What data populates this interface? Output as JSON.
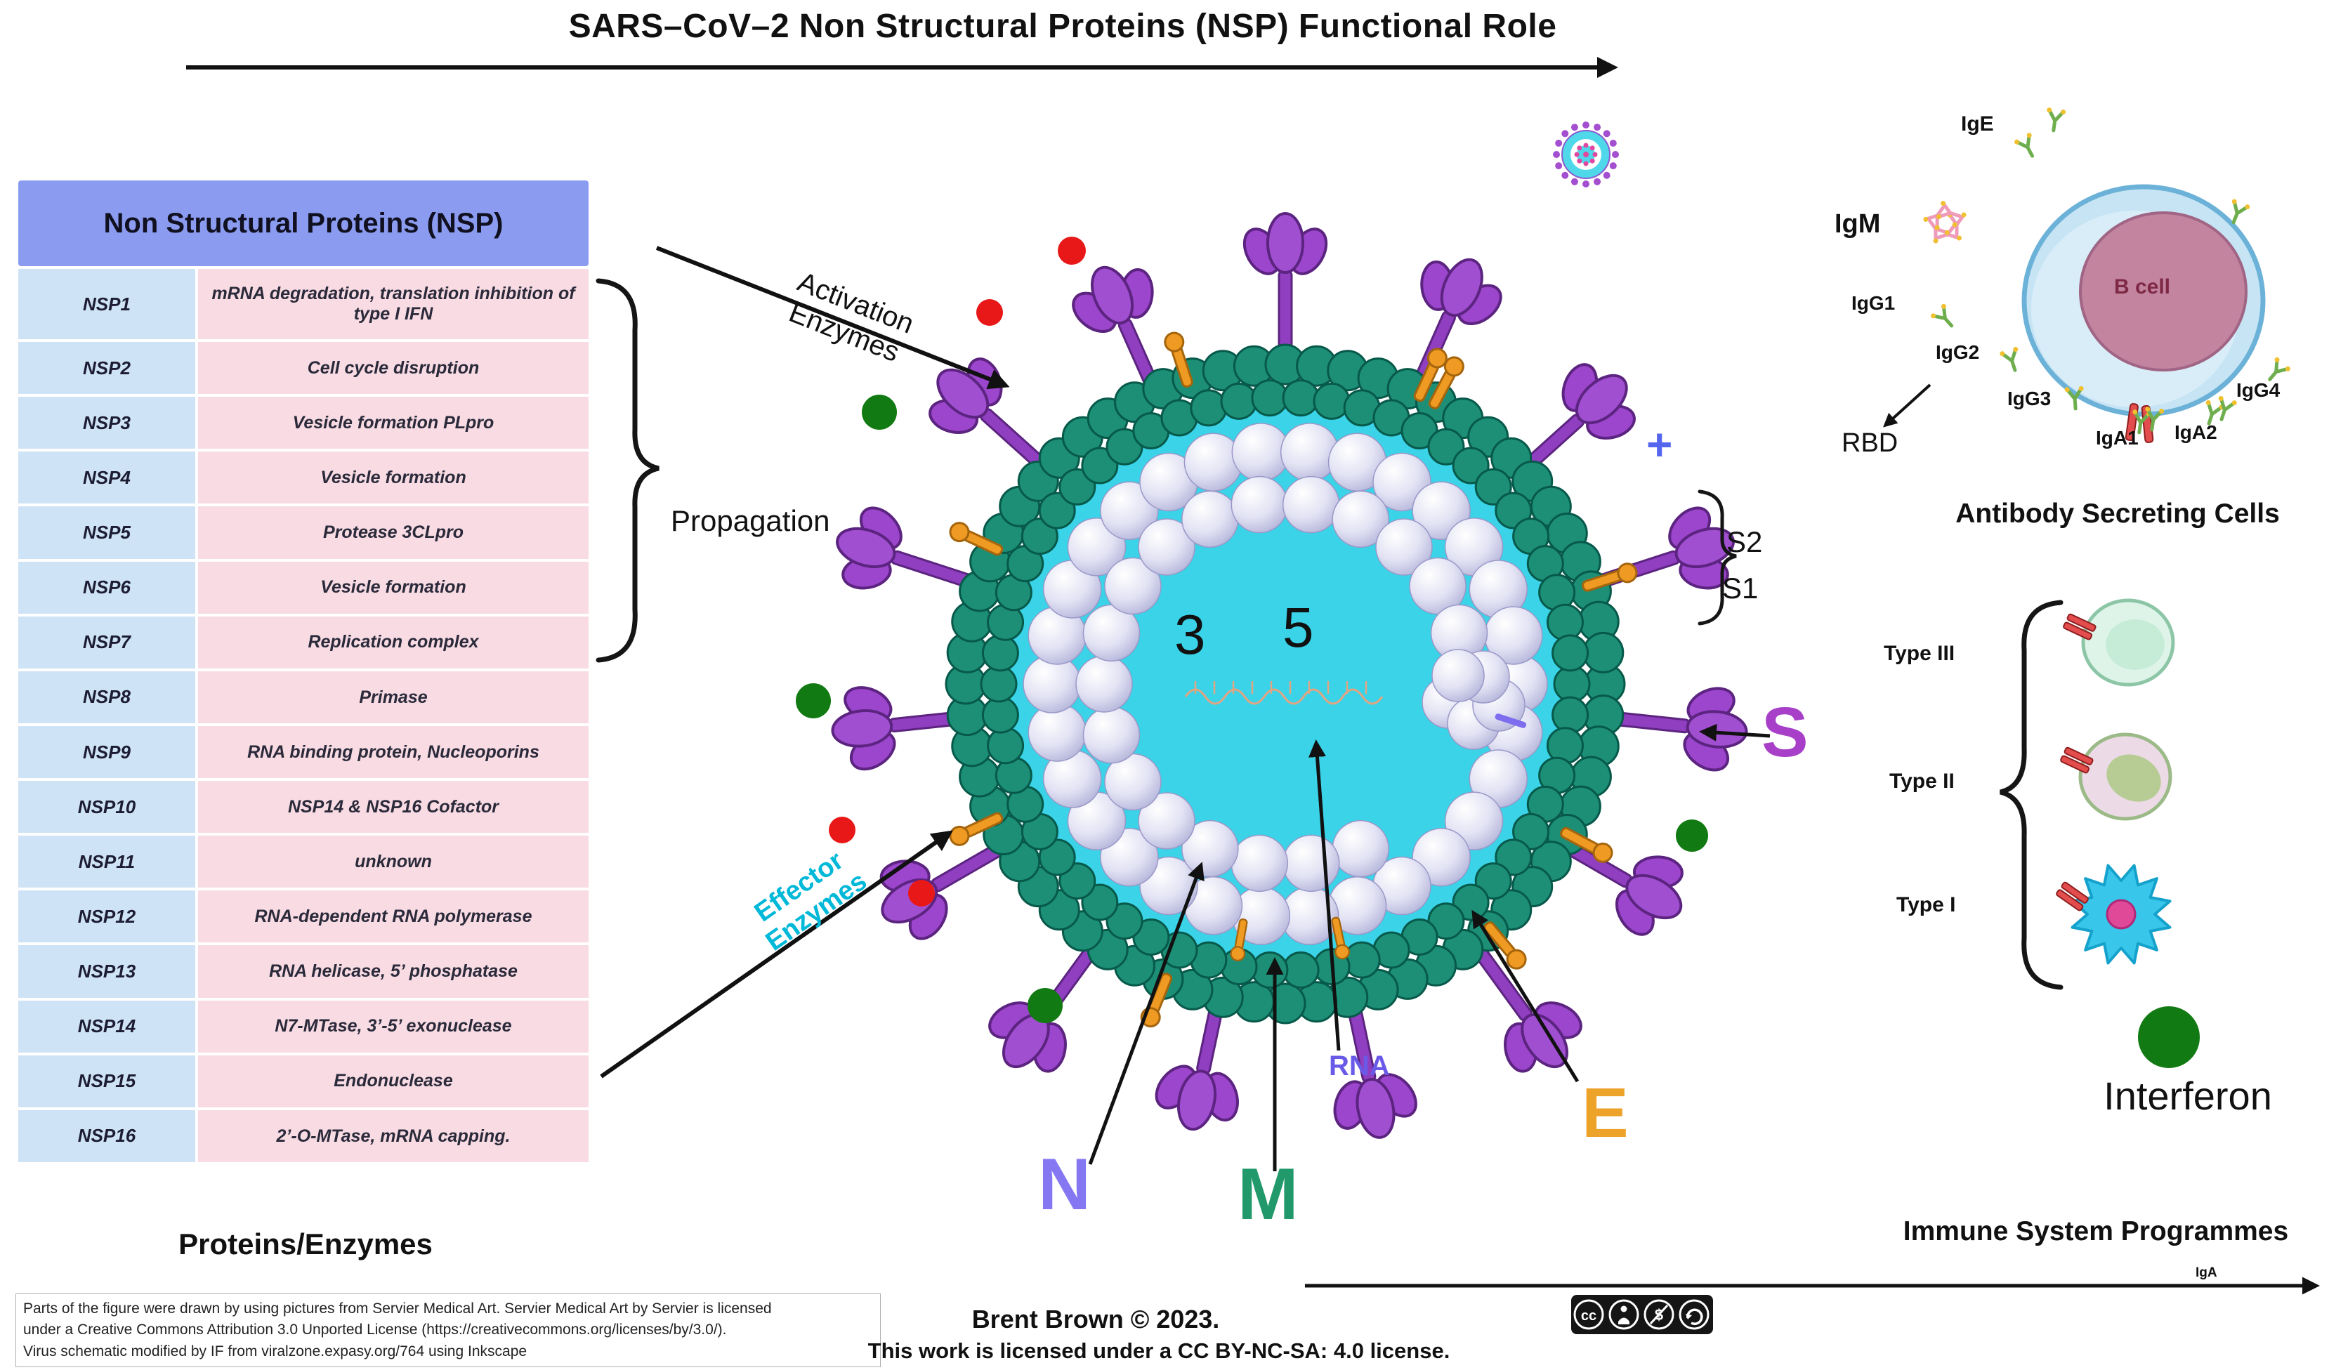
{
  "title": "SARS–CoV–2 Non Structural Proteins (NSP) Functional Role",
  "nsp_table": {
    "header": "Non Structural Proteins (NSP)",
    "rows": [
      {
        "name": "NSP1",
        "function": "mRNA degradation, translation inhibition of type I IFN"
      },
      {
        "name": "NSP2",
        "function": "Cell cycle disruption"
      },
      {
        "name": "NSP3",
        "function": "Vesicle formation PLpro"
      },
      {
        "name": "NSP4",
        "function": "Vesicle formation"
      },
      {
        "name": "NSP5",
        "function": "Protease 3CLpro"
      },
      {
        "name": "NSP6",
        "function": "Vesicle formation"
      },
      {
        "name": "NSP7",
        "function": "Replication complex"
      },
      {
        "name": "NSP8",
        "function": "Primase"
      },
      {
        "name": "NSP9",
        "function": "RNA binding protein, Nucleoporins"
      },
      {
        "name": "NSP10",
        "function": "NSP14 & NSP16 Cofactor"
      },
      {
        "name": "NSP11",
        "function": "unknown"
      },
      {
        "name": "NSP12",
        "function": "RNA-dependent RNA polymerase"
      },
      {
        "name": "NSP13",
        "function": "RNA helicase, 5’ phosphatase"
      },
      {
        "name": "NSP14",
        "function": "N7-MTase, 3’-5’ exonuclease"
      },
      {
        "name": "NSP15",
        "function": "Endonuclease"
      },
      {
        "name": "NSP16",
        "function": "2’-O-MTase, mRNA capping."
      }
    ],
    "footer_label": "Proteins/Enzymes"
  },
  "annotations": {
    "activation": "Activation\nEnzymes",
    "propagation": "Propagation",
    "effector": "Effector\nEnzymes"
  },
  "virus": {
    "end3": "3",
    "end5": "5",
    "rna_label": "RNA",
    "plus": "+",
    "s2": "S2",
    "s1": "S1",
    "s_label": "S",
    "n_label": "N",
    "m_label": "M",
    "e_label": "E"
  },
  "immune": {
    "b_cell_label": "B cell",
    "antibody_labels": {
      "ige": "IgE",
      "igm": "IgM",
      "igg1": "IgG1",
      "igg2": "IgG2",
      "igg3": "IgG3",
      "iga1": "IgA1",
      "iga2": "IgA2",
      "igg4": "IgG4"
    },
    "rbd_label": "RBD",
    "section_title": "Antibody Secreting Cells",
    "type_iii": "Type III",
    "type_ii": "Type II",
    "type_i": "Type I",
    "interferon_label": "Interferon",
    "iga_small": "IgA",
    "footer_label": "Immune System Programmes"
  },
  "footer": {
    "attribution": "Parts of the figure were drawn by using pictures from Servier Medical Art. Servier Medical Art by Servier is licensed\nunder a Creative Commons Attribution 3.0 Unported License (https://creativecommons.org/licenses/by/3.0/).\nVirus schematic modified by IF from viralzone.expasy.org/764 using Inkscape",
    "copyright": "Brent Brown © 2023.",
    "license": "This work is licensed under a CC BY-NC-SA: 4.0 license.",
    "cc_badges": [
      "CC",
      "BY",
      "NC",
      "SA"
    ]
  },
  "colors": {
    "header_bg": "#8b9cf0",
    "name_col_bg": "#cfe3f7",
    "fn_col_bg": "#f8dbe3",
    "effector": "#00b8d8",
    "rna": "#6a5ae8",
    "n": "#8577f2",
    "m": "#21996b",
    "e": "#eda229",
    "s": "#a73fc9",
    "plus": "#5566ee",
    "interferon_green": "#127a12",
    "red_dot": "#e81818",
    "spike_purple": "#9b46cc",
    "membrane_teal": "#1c8f76",
    "interior_cyan": "#3ad3e8"
  }
}
